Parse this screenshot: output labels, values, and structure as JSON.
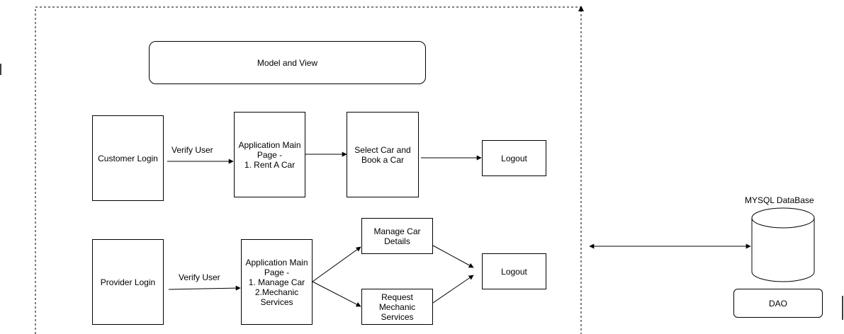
{
  "diagram": {
    "model_view": "Model and View",
    "customer_login": "Customer Login",
    "verify_user_1": "Verify User",
    "app_main_customer": "Application Main\nPage -\n1. Rent A Car",
    "select_car": "Select Car and\nBook a Car",
    "logout_1": "Logout",
    "provider_login": "Provider Login",
    "verify_user_2": "Verify User",
    "app_main_provider": "Application Main\nPage -\n1. Manage Car\n2.Mechanic\nServices",
    "manage_car": "Manage Car\nDetails",
    "request_mechanic": "Request\nMechanic\nServices",
    "logout_2": "Logout",
    "database_title": "MYSQL DataBase",
    "dao": "DAO"
  }
}
